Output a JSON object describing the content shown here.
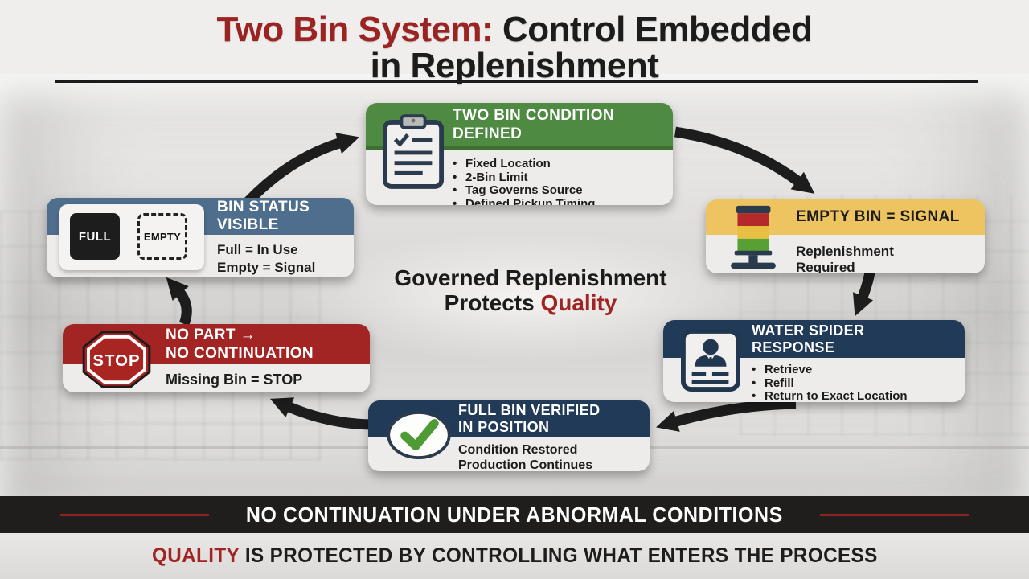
{
  "title": {
    "accent": "Two Bin System:",
    "rest_line1": "Control Embedded",
    "line2": "in Replenishment"
  },
  "center": {
    "line1": "Governed Replenishment",
    "line2_prefix": "Protects",
    "line2_accent": "Quality"
  },
  "cards": {
    "two_bin": {
      "title_line1": "TWO BIN CONDITION",
      "title_line2": "DEFINED",
      "bullets": [
        "Fixed Location",
        "2-Bin Limit",
        "Tag Governs Source",
        "Defined Pickup Timing"
      ],
      "icon": "clipboard-check-icon",
      "header_color": "#4e8a42"
    },
    "empty_bin": {
      "title": "EMPTY BIN = SIGNAL",
      "body": "Replenishment Required",
      "icon": "stack-light-icon",
      "header_color": "#edc45f"
    },
    "water_spider": {
      "title_line1": "WATER SPIDER",
      "title_line2": "RESPONSE",
      "bullets": [
        "Retrieve",
        "Refill",
        "Return to Exact Location"
      ],
      "icon": "person-badge-icon",
      "header_color": "#203a58"
    },
    "full_bin": {
      "title_line1": "FULL BIN VERIFIED",
      "title_line2": "IN POSITION",
      "body_line1": "Condition Restored",
      "body_line2": "Production Continues",
      "icon": "check-circle-icon",
      "header_color": "#203a58"
    },
    "no_part": {
      "title_line1": "NO PART →",
      "title_line2": "NO CONTINUATION",
      "body": "Missing Bin = STOP",
      "stop_label": "STOP",
      "icon": "stop-sign-icon",
      "header_color": "#a32523"
    },
    "bin_status": {
      "title_line1": "BIN STATUS",
      "title_line2": "VISIBLE",
      "body_line1": "Full = In Use",
      "body_line2": "Empty = Signal",
      "full_label": "FULL",
      "empty_label": "EMPTY",
      "icon": "full-empty-bins-icon",
      "header_color": "#4f6e8d"
    }
  },
  "banner": {
    "text": "NO CONTINUATION UNDER ABNORMAL CONDITIONS"
  },
  "footer": {
    "accent": "QUALITY",
    "rest": "IS PROTECTED BY CONTROLLING WHAT ENTERS THE PROCESS"
  },
  "colors": {
    "title_accent": "#9b2322",
    "green_header": "#4e8a42",
    "yellow_header": "#edc45f",
    "navy_header": "#203a58",
    "steel_header": "#4f6e8d",
    "red_header": "#a32523",
    "arrow_black": "#1d1d1d",
    "banner_bg": "#1f1e1c",
    "banner_dash": "#8b2423",
    "check_green": "#4e9a35"
  }
}
